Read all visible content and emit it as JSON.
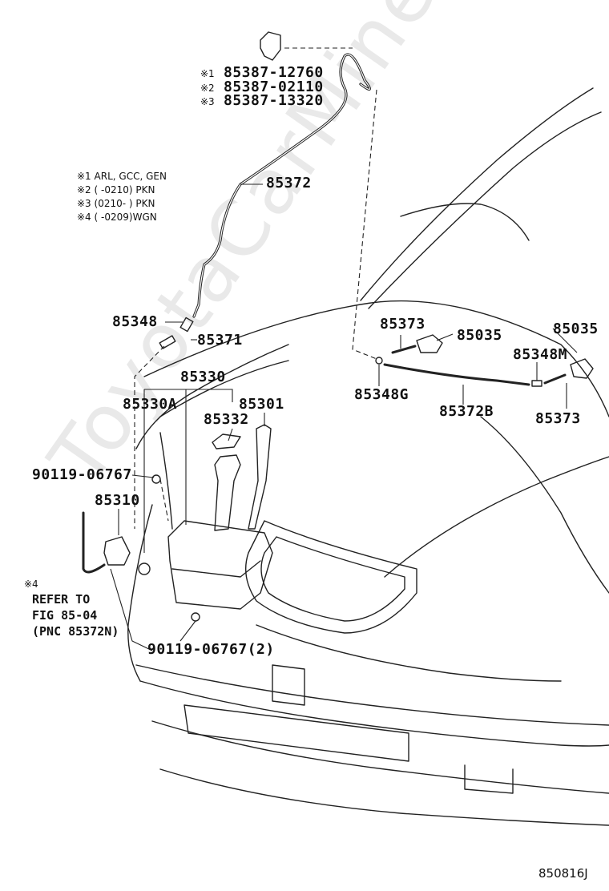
{
  "watermark": "ToyotaCarMine.ru",
  "figure_id": "850816J",
  "callouts": {
    "p85387_1": "85387-12760",
    "p85387_2": "85387-02110",
    "p85387_3": "85387-13320",
    "p85372": "85372",
    "p85348": "85348",
    "p85371": "85371",
    "p85330": "85330",
    "p85330A": "85330A",
    "p85301": "85301",
    "p85332": "85332",
    "p90119_a": "90119-06767",
    "p85310": "85310",
    "p90119_b": "90119-06767(2)",
    "p85373_a": "85373",
    "p85035_a": "85035",
    "p85035_b": "85035",
    "p85348M": "85348M",
    "p85348G": "85348G",
    "p85372B": "85372B",
    "p85373_b": "85373"
  },
  "marks": {
    "m1": "※1",
    "m2": "※2",
    "m3": "※3",
    "m4": "※4"
  },
  "applicability_notes": [
    {
      "mark": "※1",
      "text": "ARL, GCC, GEN"
    },
    {
      "mark": "※2",
      "text": "(     -0210) PKN"
    },
    {
      "mark": "※3",
      "text": "(0210-      ) PKN"
    },
    {
      "mark": "※4",
      "text": "(     -0209)WGN"
    }
  ],
  "refer_note": {
    "mark": "※4",
    "line1": "REFER TO",
    "line2": "FIG 85-04",
    "line3": "(PNC 85372N)"
  }
}
